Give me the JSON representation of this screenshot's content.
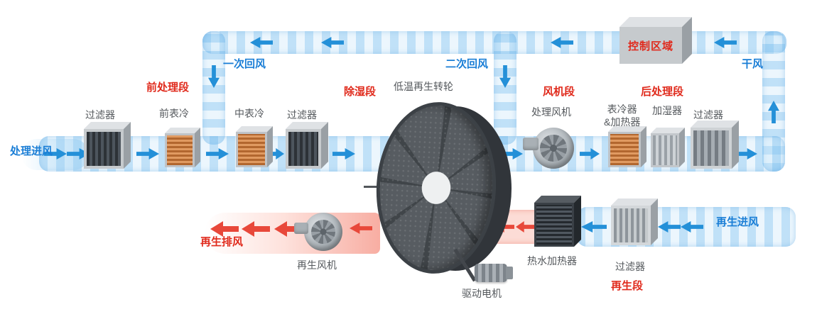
{
  "flows": {
    "process_inlet": "处理进风",
    "primary_return": "一次回风",
    "secondary_return": "二次回风",
    "dry_air": "干风",
    "regen_inlet": "再生进风",
    "regen_exhaust": "再生排风"
  },
  "sections": {
    "pretreat": "前处理段",
    "dehumid": "除湿段",
    "fan": "风机段",
    "post": "后处理段",
    "regen": "再生段"
  },
  "components": {
    "filter_pre": "过滤器",
    "front_cooler": "前表冷",
    "mid_cooler": "中表冷",
    "filter_mid": "过滤器",
    "wheel": "低温再生转轮",
    "process_fan": "处理风机",
    "cooler_heater_l1": "表冷器",
    "cooler_heater_l2": "&加热器",
    "humidifier": "加湿器",
    "filter_post": "过滤器",
    "control_box": "控制区域",
    "filter_regen": "过滤器",
    "hot_water_heater": "热水加热器",
    "regen_fan": "再生风机",
    "drive_motor": "驱动电机"
  },
  "colors": {
    "flow_text_blue": "#1a7ed6",
    "section_text_red": "#e02a1c",
    "component_text_gray": "#54585c",
    "duct_blue": "#bfe0f6",
    "arrow_blue": "#2490d8",
    "arrow_red": "#e8483a"
  }
}
